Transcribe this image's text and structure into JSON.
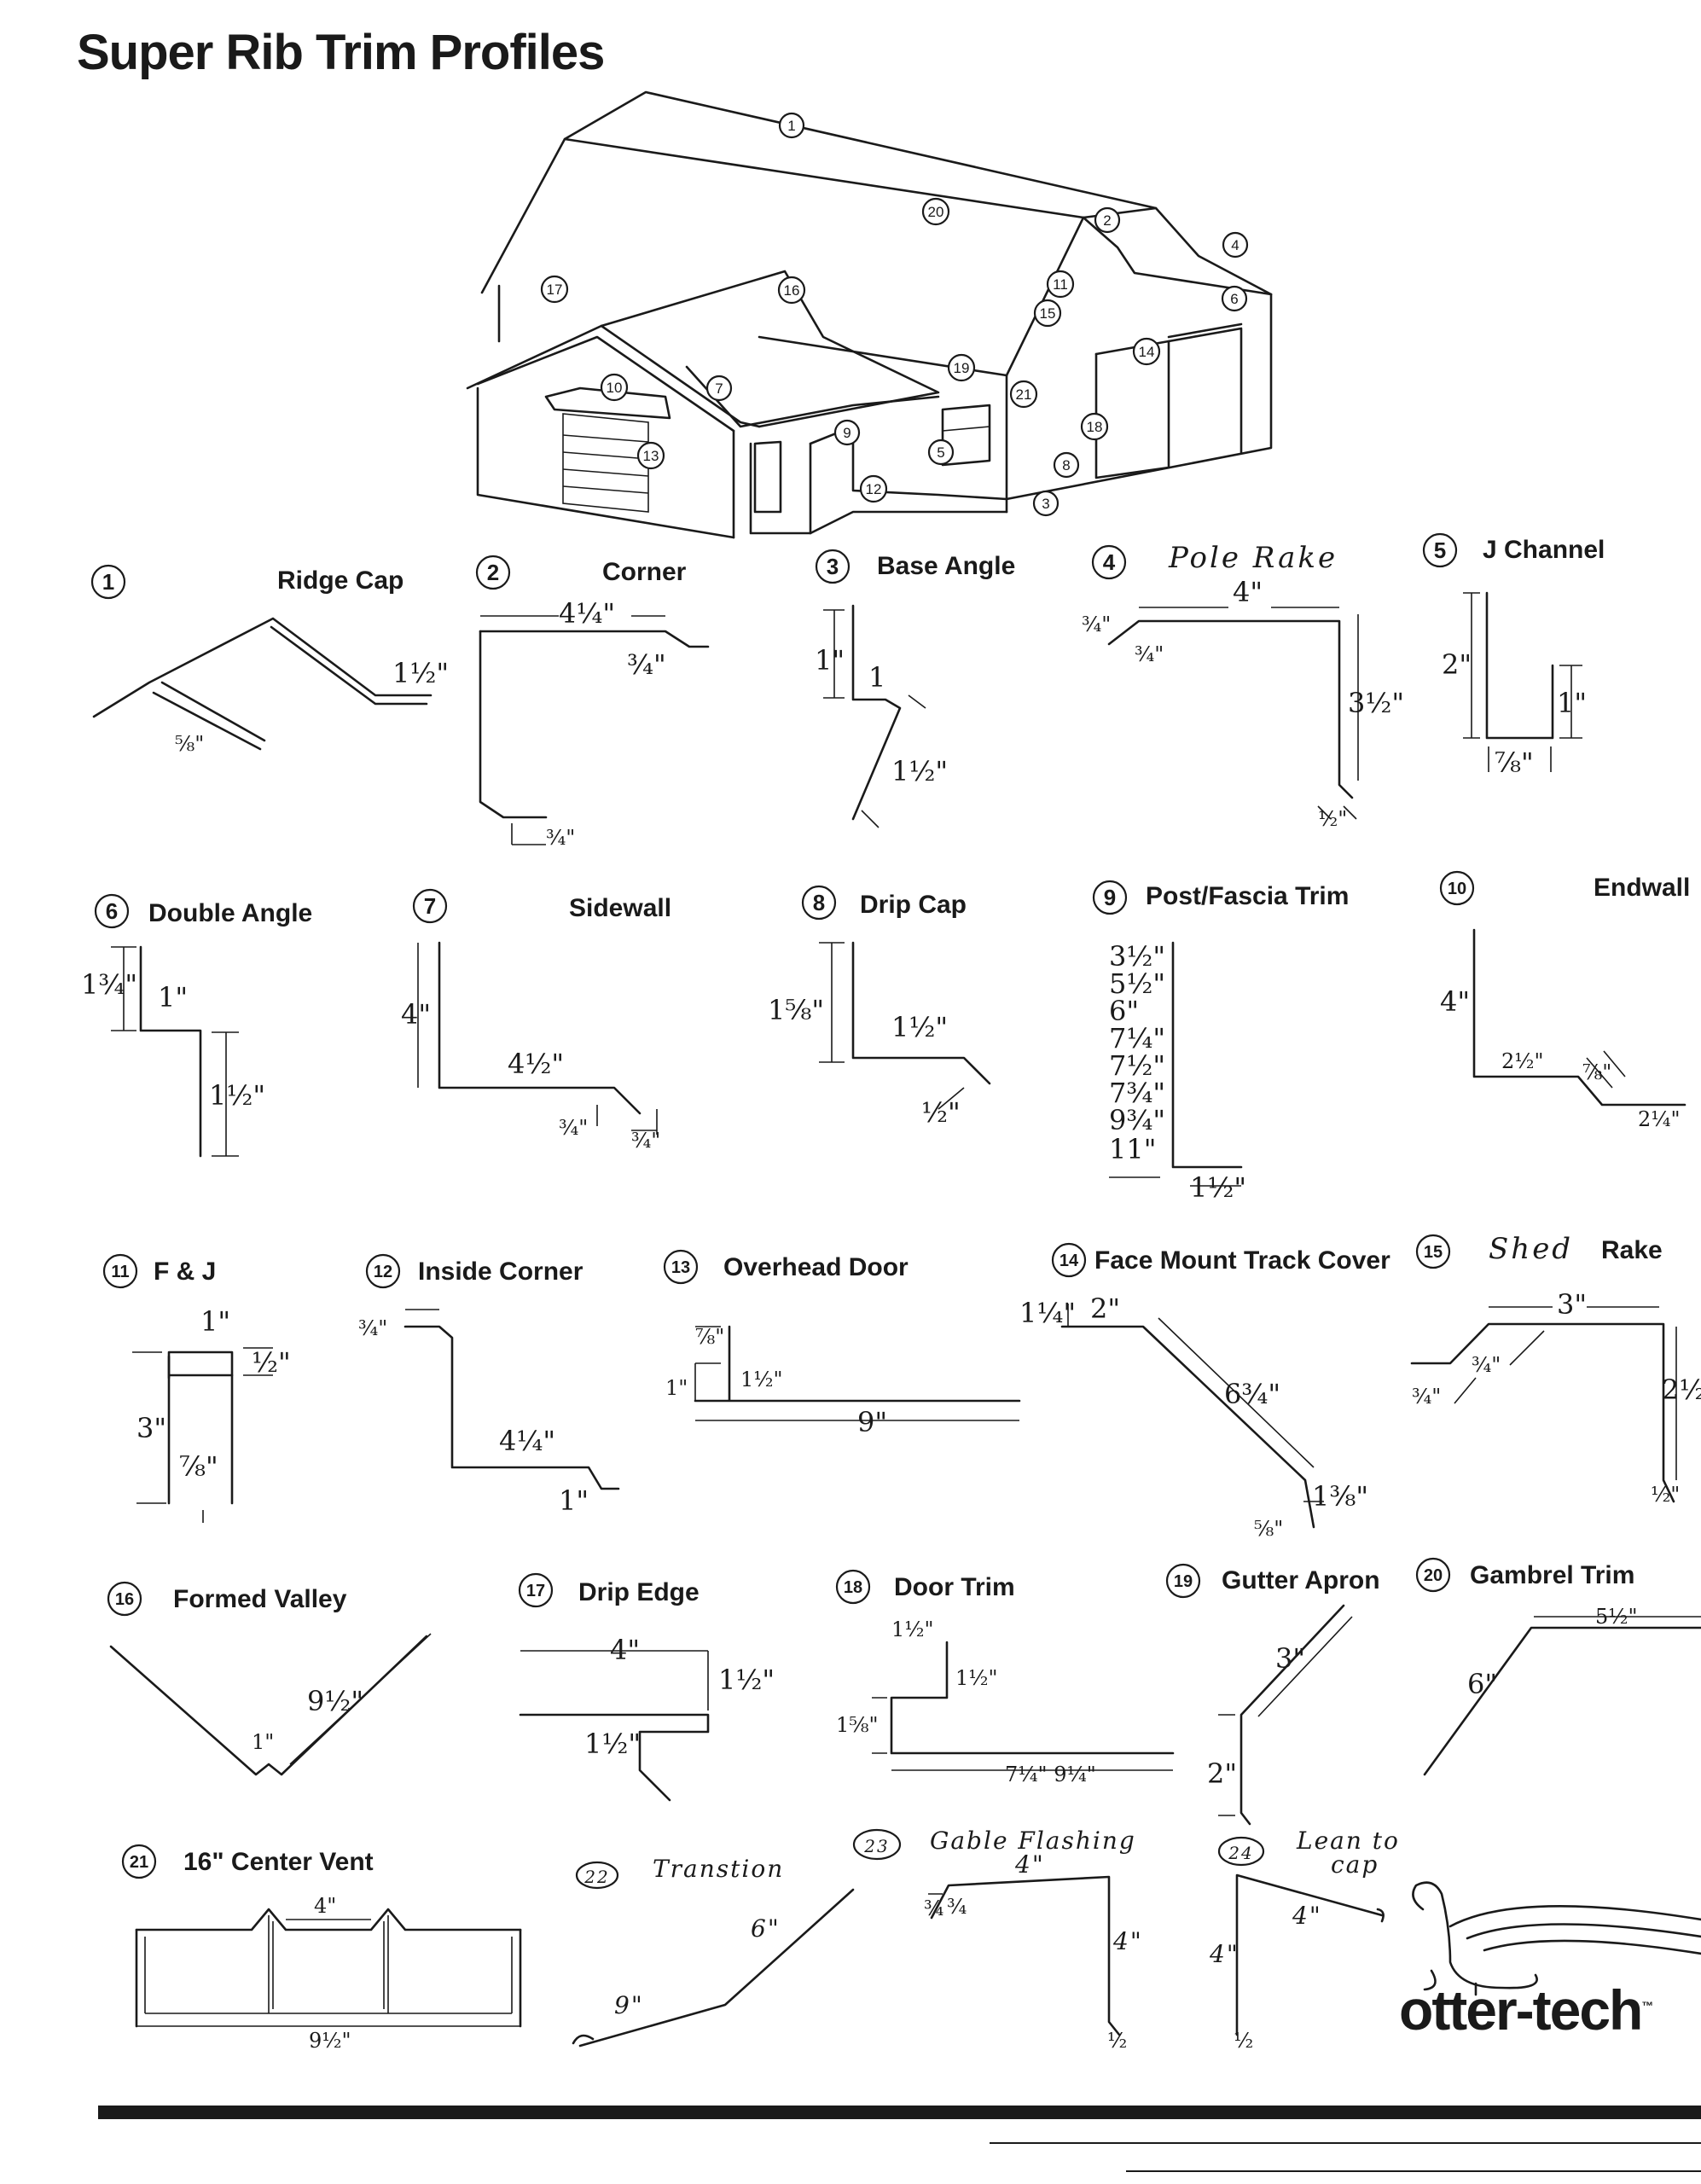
{
  "title": "Super Rib Trim Profiles",
  "logo": "otter-tech",
  "house_callouts": [
    "1",
    "2",
    "3",
    "4",
    "5",
    "6",
    "7",
    "8",
    "9",
    "10",
    "11",
    "12",
    "13",
    "14",
    "15",
    "16",
    "17",
    "19",
    "20",
    "21",
    "18"
  ],
  "profiles": [
    {
      "num": "1",
      "name": "Ridge Cap",
      "dims": [
        "1½\"",
        "⅝\""
      ]
    },
    {
      "num": "2",
      "name": "Corner",
      "dims": [
        "4¼\"",
        "¾\"",
        "¾\""
      ]
    },
    {
      "num": "3",
      "name": "Base Angle",
      "dims": [
        "1\"",
        "1",
        "1½\""
      ]
    },
    {
      "num": "4",
      "name": "Pole Rake",
      "dims": [
        "4\"",
        "¾\"",
        "¾\"",
        "3½\"",
        "½\""
      ]
    },
    {
      "num": "5",
      "name": "J Channel",
      "dims": [
        "2\"",
        "1\"",
        "⅞\""
      ]
    },
    {
      "num": "6",
      "name": "Double Angle",
      "dims": [
        "1¾\"",
        "1\"",
        "1½\""
      ]
    },
    {
      "num": "7",
      "name": "Sidewall",
      "dims": [
        "4\"",
        "4½\"",
        "¾\"",
        "¾\""
      ]
    },
    {
      "num": "8",
      "name": "Drip Cap",
      "dims": [
        "1⅝\"",
        "1½\"",
        "½\""
      ]
    },
    {
      "num": "9",
      "name": "Post/Fascia Trim",
      "dims": [
        "3½\"",
        "5½\"",
        "6\"",
        "7¼\"",
        "7½\"",
        "7¾\"",
        "9¾\"",
        "11\"",
        "1½\""
      ]
    },
    {
      "num": "10",
      "name": "Endwall",
      "dims": [
        "4\"",
        "2½\"",
        "⅞\"",
        "2¼\""
      ]
    },
    {
      "num": "11",
      "name": "F & J",
      "dims": [
        "1\"",
        "½\"",
        "3\"",
        "⅞\""
      ]
    },
    {
      "num": "12",
      "name": "Inside Corner",
      "dims": [
        "¾\"",
        "4¼\"",
        "1\""
      ]
    },
    {
      "num": "13",
      "name": "Overhead Door",
      "dims": [
        "⅞\"",
        "1\"",
        "1½\"",
        "9\""
      ]
    },
    {
      "num": "14",
      "name": "Face Mount Track Cover",
      "dims": [
        "1¼\"",
        "2\"",
        "6¾\"",
        "1⅜\"",
        "⅝\""
      ]
    },
    {
      "num": "15",
      "name": "Shed",
      "name2": "Rake",
      "dims": [
        "3\"",
        "¾\"",
        "¾\"",
        "2½\"",
        "½\""
      ]
    },
    {
      "num": "16",
      "name": "Formed Valley",
      "dims": [
        "9½\"",
        "1\""
      ]
    },
    {
      "num": "17",
      "name": "Drip Edge",
      "dims": [
        "4\"",
        "1½\"",
        "1½\""
      ]
    },
    {
      "num": "18",
      "name": "Door Trim",
      "dims": [
        "1½\"",
        "1½\"",
        "1⅝\"",
        "7¼\" 9¼\""
      ]
    },
    {
      "num": "19",
      "name": "Gutter Apron",
      "dims": [
        "3\"",
        "2\""
      ]
    },
    {
      "num": "20",
      "name": "Gambrel Trim",
      "dims": [
        "5½\"",
        "6\""
      ]
    },
    {
      "num": "21",
      "name": "16\" Center Vent",
      "dims": [
        "4\"",
        "9½\""
      ]
    },
    {
      "num": "22",
      "name": "Transtion",
      "dims": [
        "9\"",
        "6\""
      ]
    },
    {
      "num": "23",
      "name": "Gable Flashing",
      "dims": [
        "4\"",
        "¾",
        "¾",
        "4\"",
        "½"
      ]
    },
    {
      "num": "24",
      "name": "Lean to",
      "name2": "cap",
      "dims": [
        "4\"",
        "4\"",
        "½"
      ]
    }
  ],
  "colors": {
    "ink": "#1a1a1a",
    "paper": "#ffffff"
  }
}
